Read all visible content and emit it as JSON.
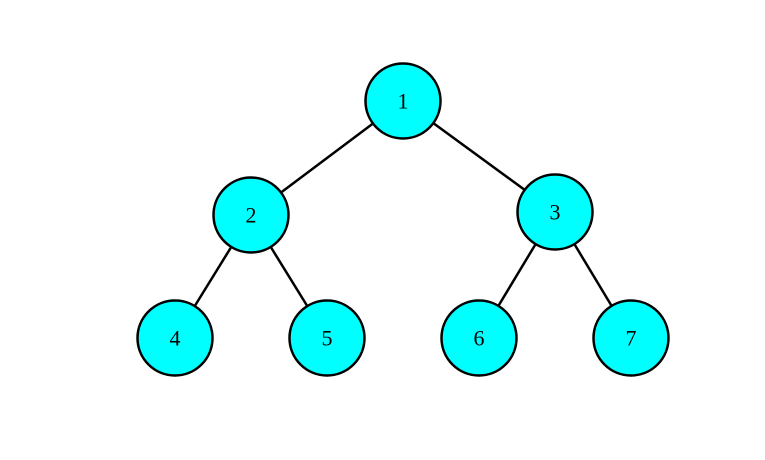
{
  "colors": {
    "node_fill": "#00ffff",
    "node_stroke": "#000000",
    "edge": "#000000",
    "background": "#ffffff"
  },
  "tree": {
    "nodes": [
      {
        "id": "1",
        "label": "1"
      },
      {
        "id": "2",
        "label": "2"
      },
      {
        "id": "3",
        "label": "3"
      },
      {
        "id": "4",
        "label": "4"
      },
      {
        "id": "5",
        "label": "5"
      },
      {
        "id": "6",
        "label": "6"
      },
      {
        "id": "7",
        "label": "7"
      }
    ],
    "edges": [
      {
        "from": "1",
        "to": "2"
      },
      {
        "from": "1",
        "to": "3"
      },
      {
        "from": "2",
        "to": "4"
      },
      {
        "from": "2",
        "to": "5"
      },
      {
        "from": "3",
        "to": "6"
      },
      {
        "from": "3",
        "to": "7"
      }
    ]
  }
}
